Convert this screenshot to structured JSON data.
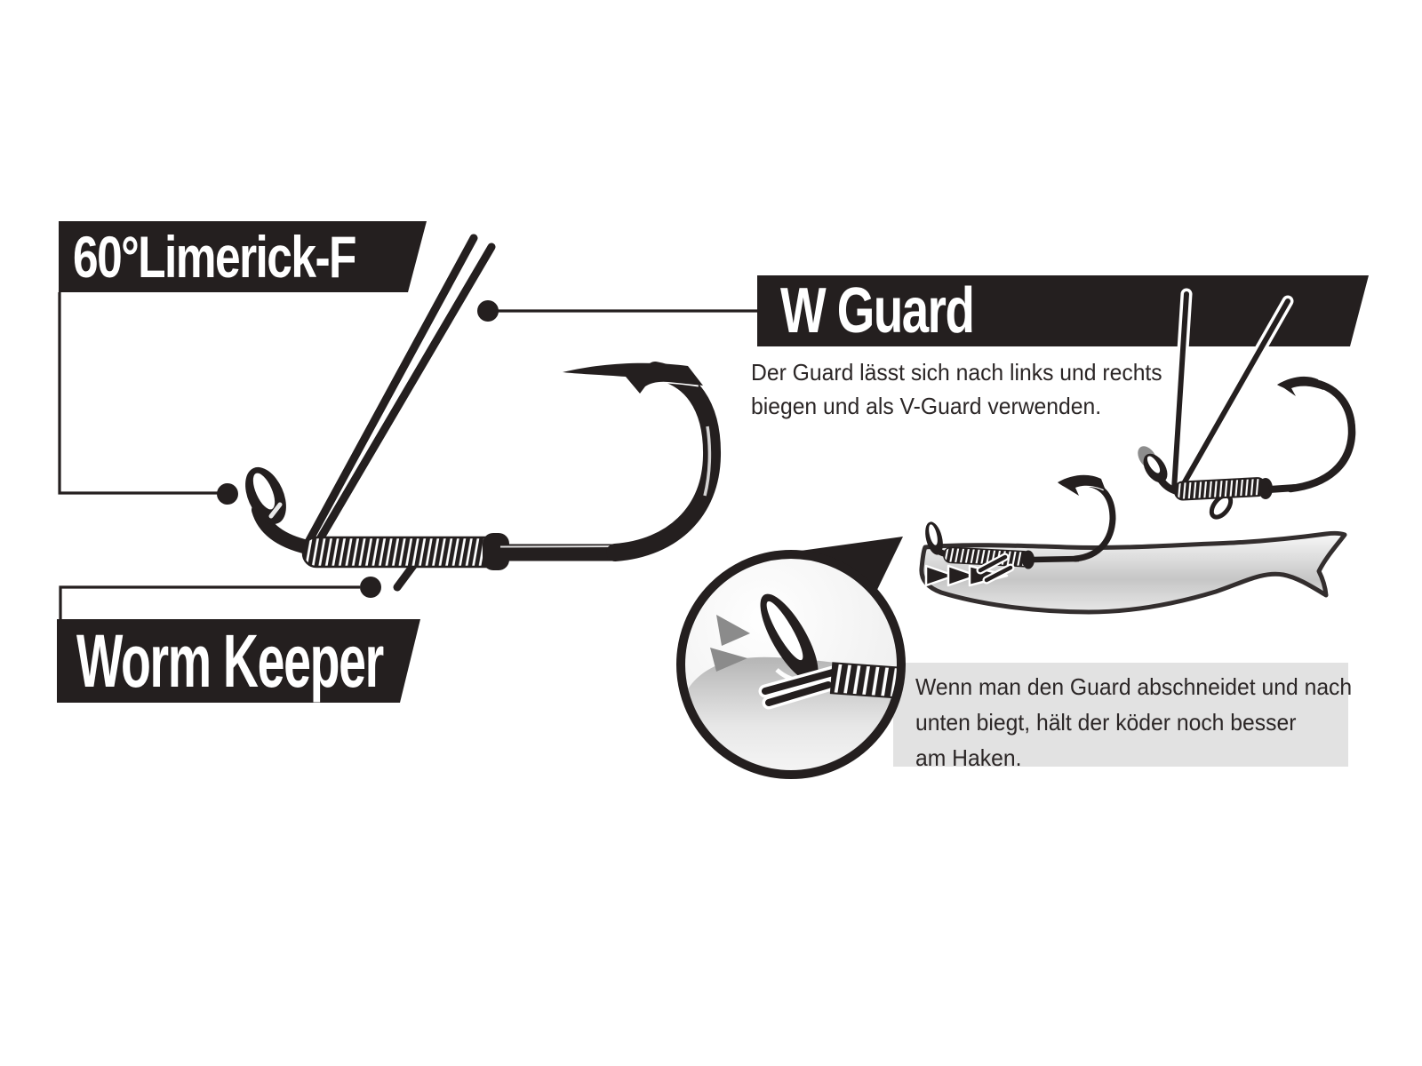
{
  "banners": {
    "limerick": {
      "label": "60°Limerick-F"
    },
    "worm_keeper": {
      "label": "Worm Keeper"
    },
    "w_guard": {
      "label": "W Guard"
    }
  },
  "w_guard_description": {
    "lines": [
      "Der Guard lässt sich nach links und rechts",
      "biegen und als V-Guard verwenden."
    ]
  },
  "cut_guard_note": {
    "lines": [
      "Wenn man den Guard abschneidet und nach",
      "unten biegt, hält der köder noch besser",
      "am Haken."
    ]
  },
  "colors": {
    "ink": "#241f1f",
    "note_bg": "#e2e2e2",
    "text": "#2b2626",
    "gray_mark": "#8b8b8b"
  },
  "icons": {
    "main_hook": "weedless-hook-illustration",
    "w_guard_wires": "double-wire-guard",
    "worm_keeper_coil": "spring-coil-keeper",
    "v_guard_hook": "hook-with-v-guard",
    "bait_fish": "soft-plastic-bait-with-hook",
    "magnifier": "zoom-detail-circle",
    "callout_dot": "callout-dot"
  }
}
